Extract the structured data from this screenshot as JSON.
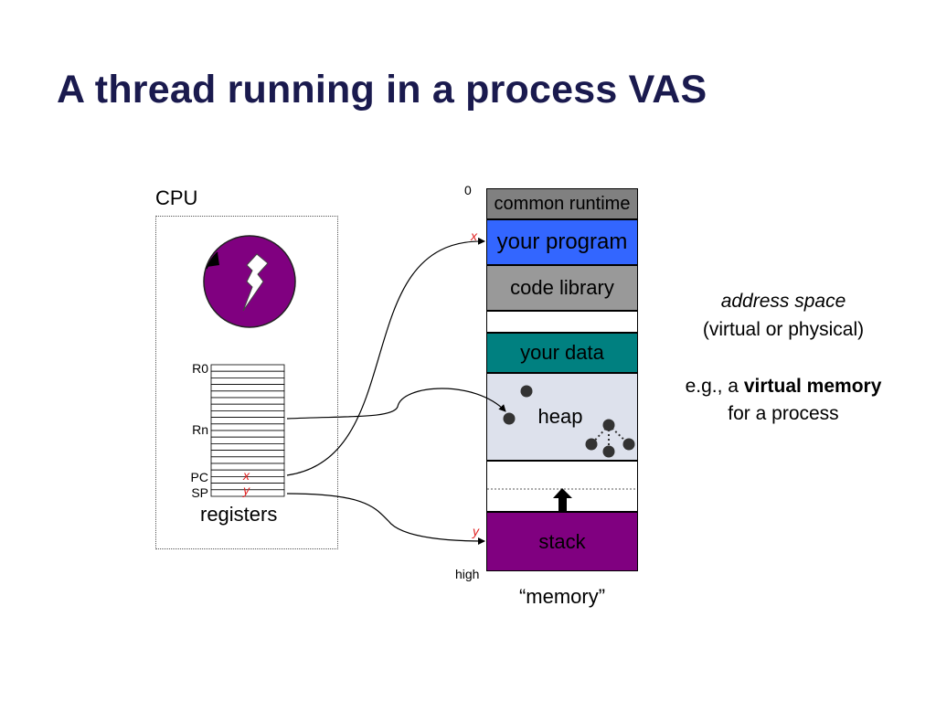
{
  "slide": {
    "title": "A thread running in a process VAS"
  },
  "cpu": {
    "label": "CPU",
    "registers_label": "registers",
    "registers": {
      "r0": "R0",
      "rn": "Rn",
      "pc": "PC",
      "sp": "SP",
      "pc_value": "x",
      "sp_value": "y"
    }
  },
  "memory": {
    "low_address": "0",
    "high_address": "high",
    "caption": "“memory”",
    "x_mark": "x",
    "y_mark": "y",
    "segments": {
      "common_runtime": "common runtime",
      "your_program": "your program",
      "code_library": "code library",
      "your_data": "your data",
      "heap": "heap",
      "stack": "stack"
    },
    "colors": {
      "common_runtime": "#808080",
      "your_program": "#3366ff",
      "code_library": "#999999",
      "your_data": "#008080",
      "heap": "#dde1ec",
      "stack": "#800080"
    }
  },
  "notes": {
    "address_space": "address space",
    "virtual_or_physical": "(virtual or physical)",
    "eg_prefix": "e.g., a",
    "virtual_memory": "virtual memory",
    "for_a_process": "for a process"
  }
}
